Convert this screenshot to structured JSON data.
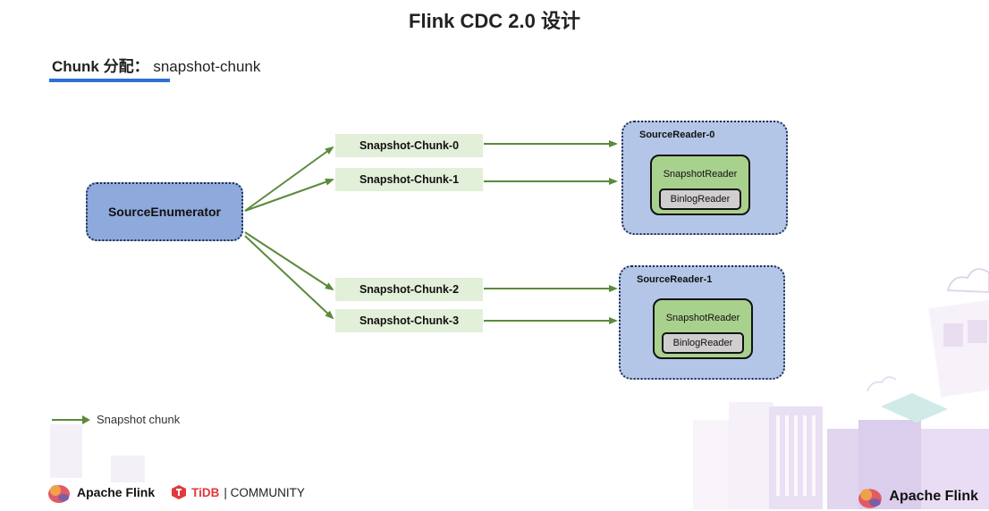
{
  "header": {
    "title": "Flink CDC 2.0 设计",
    "subtitle_bold": "Chunk 分配：",
    "subtitle_rest": " snapshot-chunk"
  },
  "diagram": {
    "enumerator": "SourceEnumerator",
    "chunks": [
      "Snapshot-Chunk-0",
      "Snapshot-Chunk-1",
      "Snapshot-Chunk-2",
      "Snapshot-Chunk-3"
    ],
    "readers": [
      {
        "label": "SourceReader-0",
        "snapshot_reader": "SnapshotReader",
        "binlog_reader": "BinlogReader"
      },
      {
        "label": "SourceReader-1",
        "snapshot_reader": "SnapshotReader",
        "binlog_reader": "BinlogReader"
      }
    ],
    "arrow_color": "#5b8a3a"
  },
  "legend": {
    "label": "Snapshot chunk"
  },
  "footer": {
    "brand_left": "Apache Flink",
    "tidb_logo": "TiDB",
    "tidb_community": " | COMMUNITY",
    "brand_right": "Apache Flink"
  }
}
